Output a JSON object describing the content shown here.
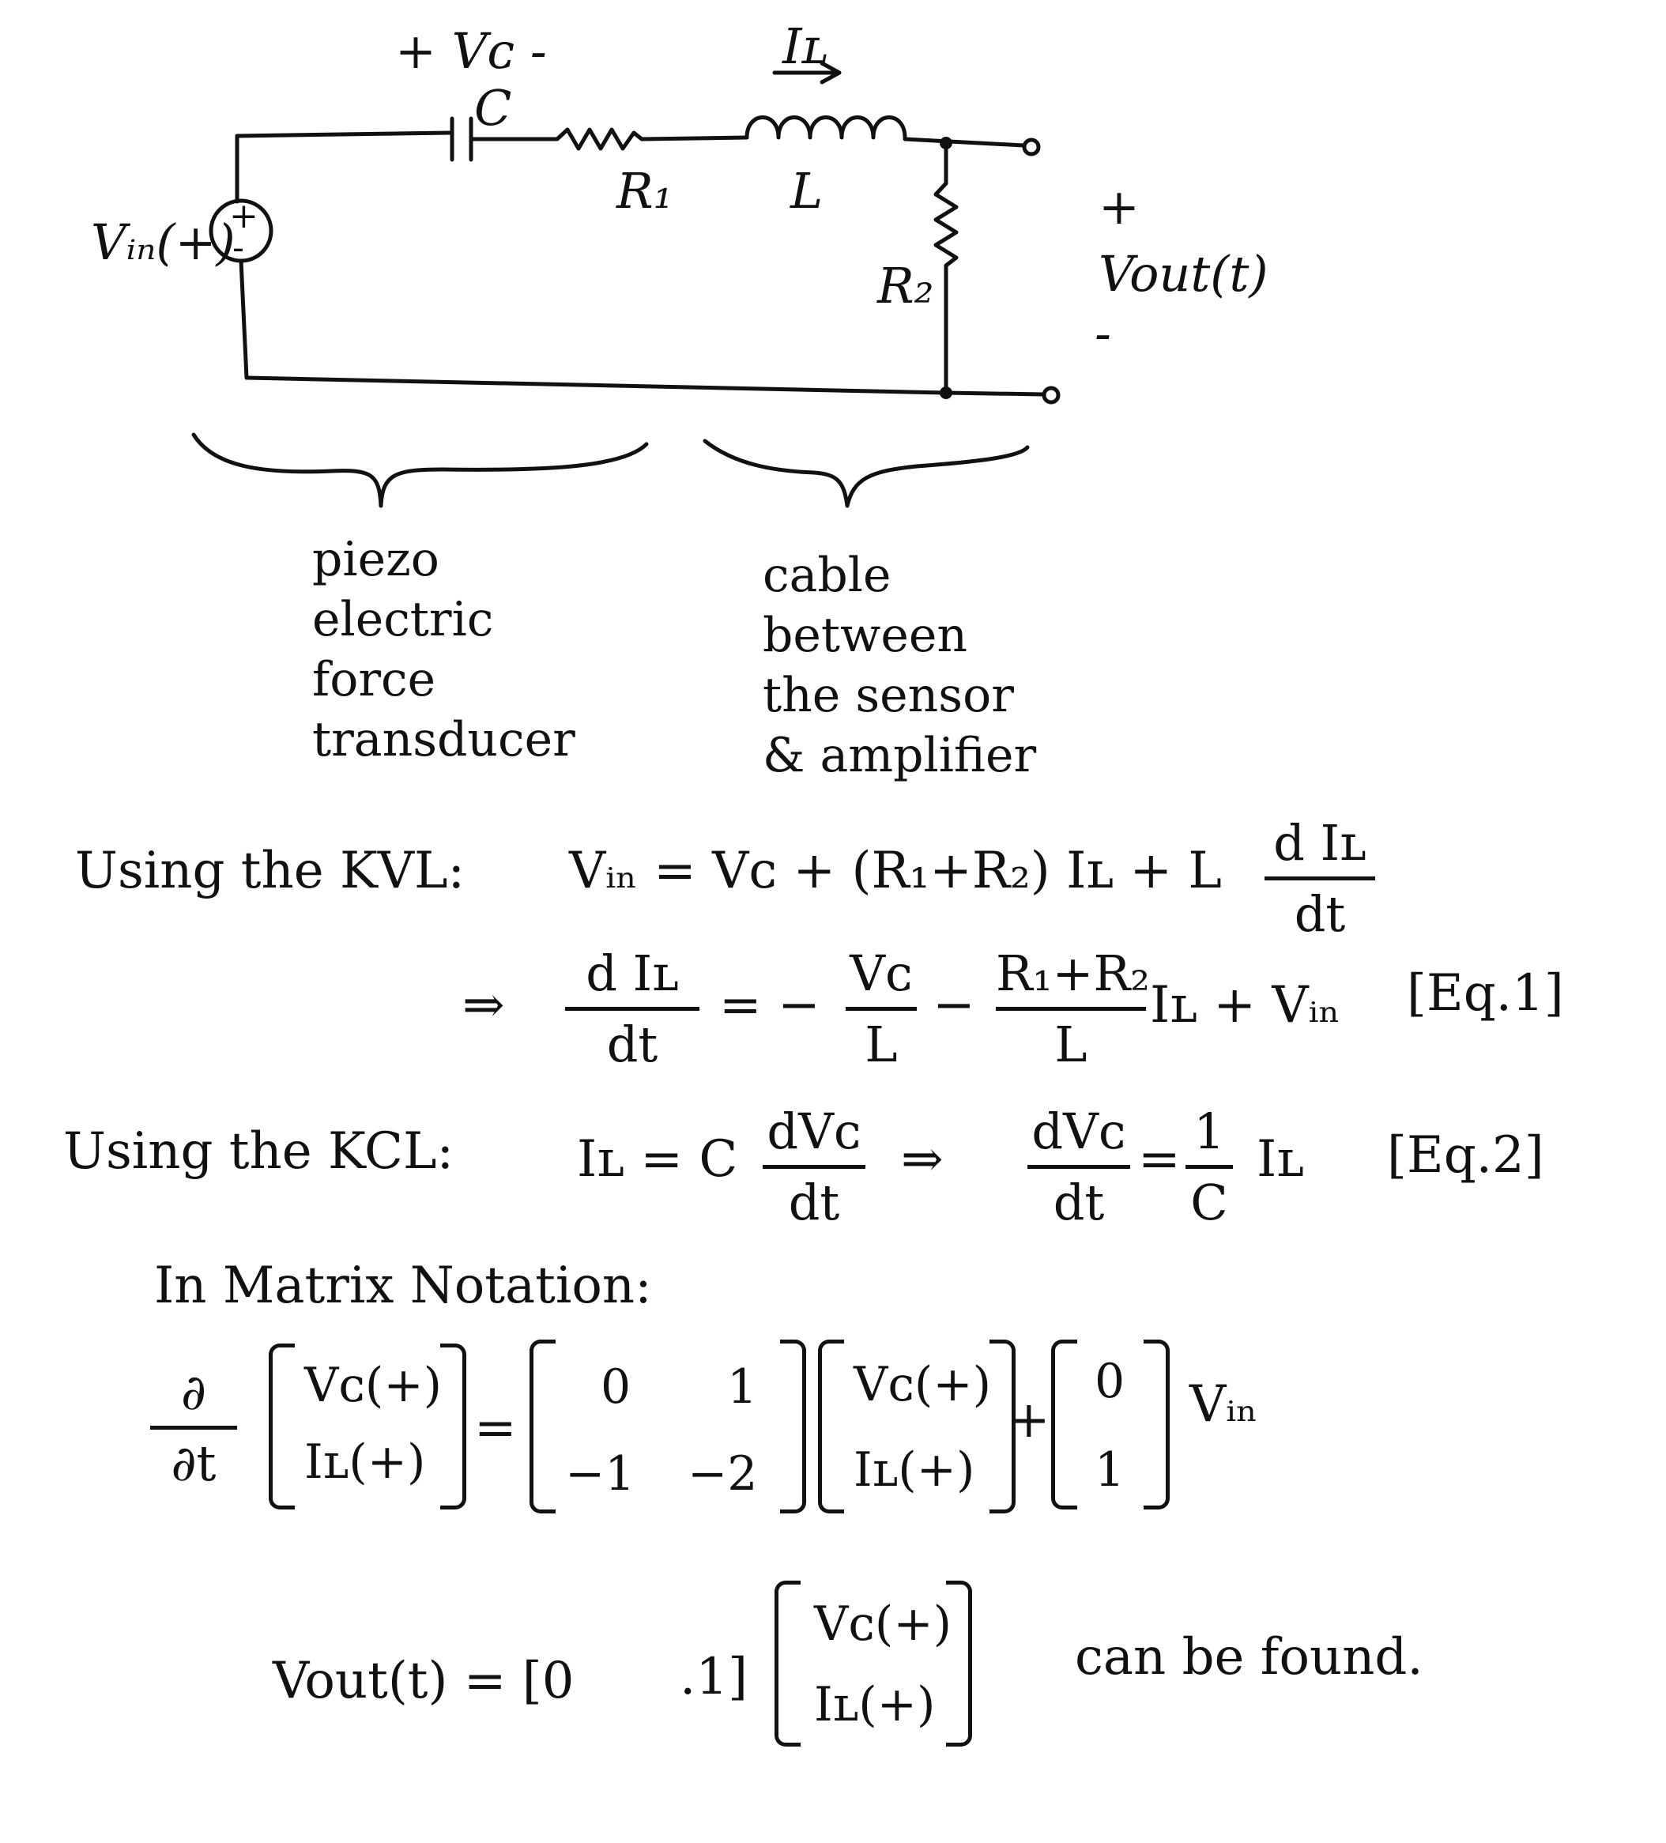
{
  "circuit": {
    "vc_label": "+ Vᴄ -",
    "c_label": "C",
    "il_label": "Iʟ",
    "r1_label": "R₁",
    "l_label": "L",
    "vin_label": "Vᵢₙ(+)",
    "r2_label": "R₂",
    "plus": "+",
    "vout_label": "Vout(t)",
    "minus": "-",
    "source_plus": "+",
    "source_minus": "-"
  },
  "groups": {
    "left": [
      "piezo",
      "electric",
      "force",
      "transducer"
    ],
    "right": [
      "cable",
      "between",
      "the sensor",
      "& amplifier"
    ]
  },
  "equations": {
    "kvl_prefix": "Using the  KVL:",
    "kvl_body": "Vᵢₙ = Vᴄ + (R₁+R₂) Iʟ + L",
    "kvl_frac_num": "d Iʟ",
    "kvl_frac_den": "dt",
    "eq1_arrow": "⇒",
    "eq1_lhs_num": "d Iʟ",
    "eq1_lhs_den": "dt",
    "eq1_eq": "= −",
    "eq1_f1_num": "Vᴄ",
    "eq1_f1_den": "L",
    "eq1_minus": "−",
    "eq1_f2_num": "R₁+R₂",
    "eq1_f2_den": "L",
    "eq1_tail": "Iʟ  + Vᵢₙ",
    "eq1_tag": "[Eq.1]",
    "kcl_prefix": "Using  the  KCL:",
    "kcl_lhs": "Iʟ = C",
    "kcl_f_num": "dVᴄ",
    "kcl_f_den": "dt",
    "kcl_arrow": "⇒",
    "kcl_f2_num": "dVᴄ",
    "kcl_f2_den": "dt",
    "kcl_eq": "=",
    "kcl_f3_num": "1",
    "kcl_f3_den": "C",
    "kcl_tail": "Iʟ",
    "eq2_tag": "[Eq.2]",
    "matrix_heading": "In  Matrix  Notation:",
    "ddt_num": "∂",
    "ddt_den": "∂t",
    "state_top": "Vᴄ(+)",
    "state_bottom": "Iʟ(+)",
    "eq_sign": "=",
    "a_11": "0",
    "a_12": "1",
    "a_21": "−1",
    "a_22": "−2",
    "state2_top": "Vᴄ(+)",
    "state2_bottom": "Iʟ(+)",
    "plus_sign": "+",
    "b_top": "0",
    "b_bottom": "1",
    "vin_tail": "Vᵢₙ",
    "out_lhs": "Vout(t) = [0",
    "out_c2": ".1]",
    "state3_top": "Vᴄ(+)",
    "state3_bottom": "Iʟ(+)",
    "out_tail": "can be found."
  }
}
